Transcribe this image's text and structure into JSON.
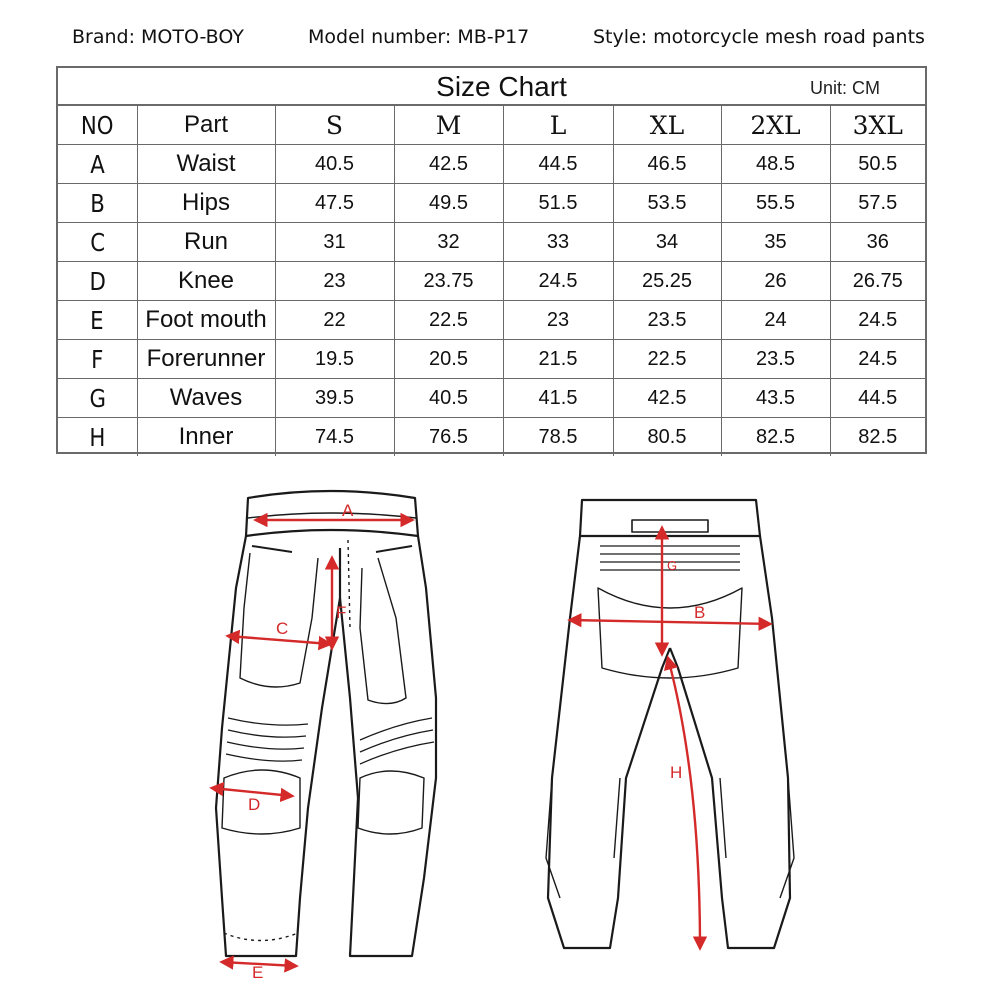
{
  "header": {
    "brand": "Brand: MOTO-BOY",
    "model": "Model number: MB-P17",
    "style": "Style: motorcycle mesh road pants"
  },
  "chart": {
    "title": "Size Chart",
    "unit": "Unit: CM",
    "columns": [
      "NO",
      "Part",
      "S",
      "M",
      "L",
      "XL",
      "2XL",
      "3XL"
    ],
    "rows": [
      {
        "no": "A",
        "part": "Waist",
        "values": [
          "40.5",
          "42.5",
          "44.5",
          "46.5",
          "48.5",
          "50.5"
        ]
      },
      {
        "no": "B",
        "part": "Hips",
        "values": [
          "47.5",
          "49.5",
          "51.5",
          "53.5",
          "55.5",
          "57.5"
        ]
      },
      {
        "no": "C",
        "part": "Run",
        "values": [
          "31",
          "32",
          "33",
          "34",
          "35",
          "36"
        ]
      },
      {
        "no": "D",
        "part": "Knee",
        "values": [
          "23",
          "23.75",
          "24.5",
          "25.25",
          "26",
          "26.75"
        ]
      },
      {
        "no": "E",
        "part": "Foot mouth",
        "values": [
          "22",
          "22.5",
          "23",
          "23.5",
          "24",
          "24.5"
        ]
      },
      {
        "no": "F",
        "part": "Forerunner",
        "values": [
          "19.5",
          "20.5",
          "21.5",
          "22.5",
          "23.5",
          "24.5"
        ]
      },
      {
        "no": "G",
        "part": "Waves",
        "values": [
          "39.5",
          "40.5",
          "41.5",
          "42.5",
          "43.5",
          "44.5"
        ]
      },
      {
        "no": "H",
        "part": "Inner",
        "values": [
          "74.5",
          "76.5",
          "78.5",
          "80.5",
          "82.5",
          "82.5"
        ]
      }
    ]
  },
  "diagram": {
    "front_labels": {
      "a": "A",
      "c": "C",
      "d": "D",
      "e": "E",
      "f": "F"
    },
    "back_labels": {
      "b": "B",
      "g": "G",
      "h": "H"
    },
    "measure_color": "#d42a2a",
    "outline_color": "#1a1a1a"
  }
}
